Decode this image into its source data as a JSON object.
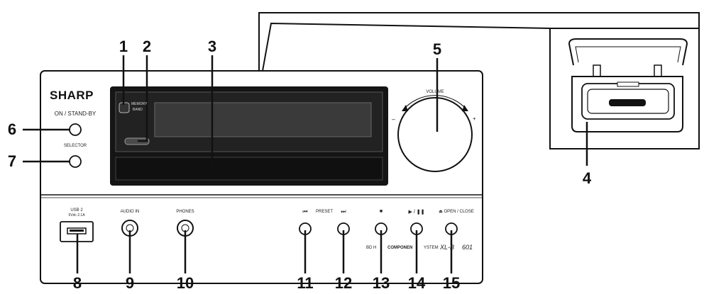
{
  "callouts": [
    "1",
    "2",
    "3",
    "4",
    "5",
    "6",
    "7",
    "8",
    "9",
    "10",
    "11",
    "12",
    "13",
    "14",
    "15"
  ],
  "unit": {
    "brand": "SHARP",
    "on_standby": "ON / STAND-BY",
    "selector": "SELECTOR",
    "memory_label": "MEMORY",
    "band_label": "BAND",
    "volume": "VOLUME",
    "minus": "–",
    "plus": "+",
    "usb_title": "USB 2",
    "usb_spec": "5Vdc 2.1A",
    "audio_in": "AUDIO IN",
    "phones": "PHONES",
    "preset": "PRESET",
    "prev_symbol": "⏮",
    "next_symbol": "⏭",
    "stop_symbol": "■",
    "play_pause": "▶ / ❚❚",
    "open_close": "⏏ OPEN / CLOSE",
    "bottom_strip_a": "BD H",
    "bottom_strip_b": "COMPONEN",
    "bottom_strip_c": "YSTEM",
    "model": "XL-B",
    "model_tail": "601"
  },
  "colors": {
    "line": "#111111",
    "panel_dark": "#151515",
    "display_glass": "#3a3a3a"
  }
}
